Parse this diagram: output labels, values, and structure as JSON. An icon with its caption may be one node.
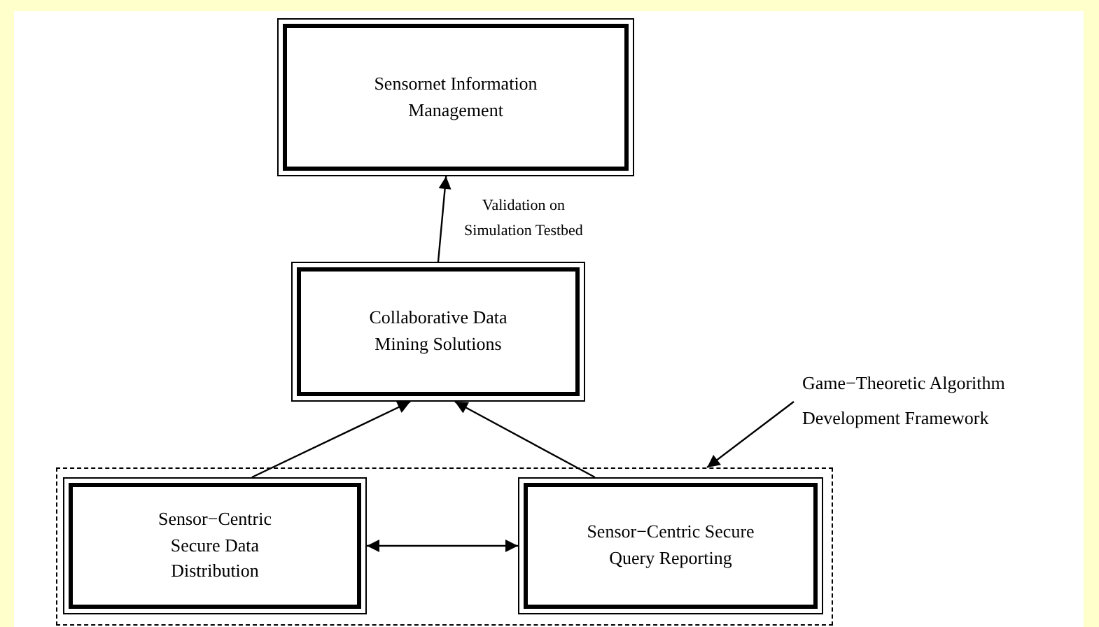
{
  "diagram": {
    "nodes": [
      {
        "text": [
          "Sensornet Information Management"
        ]
      },
      {
        "text": [
          "Collaborative Data Mining Solutions"
        ]
      },
      {
        "text": [],
        "shape": "box"
      },
      {
        "text": [
          "Sensor−Centric Secure Data Distribution"
        ],
        "in": 2
      },
      {
        "text": [
          "Sensor−Centric Secure Query Reporting"
        ],
        "in": 2
      },
      {
        "text": [
          "Game−Theoretic Algorithm Development Framework"
        ]
      }
    ],
    "edges": [
      {
        "from": 1,
        "to": 0,
        "arrow": "to",
        "label": "Validation on Simulation Testbed"
      },
      {
        "from": 3,
        "to": 1,
        "arrow": "to"
      },
      {
        "from": 4,
        "to": 1,
        "arrow": "to"
      },
      {
        "from": 3,
        "to": 4,
        "arrow": "both"
      },
      {
        "from": 5,
        "to": 2,
        "arrow": "to"
      }
    ]
  }
}
